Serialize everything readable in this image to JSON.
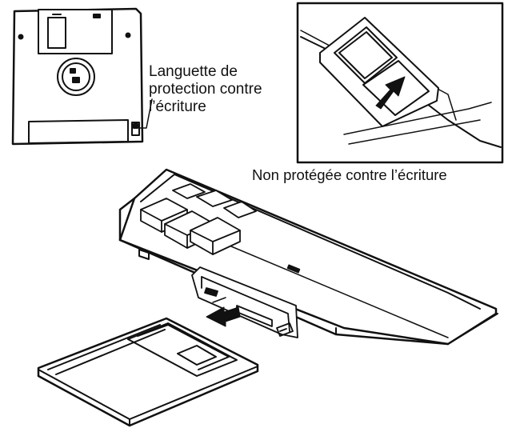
{
  "labels": {
    "tab_line1": "Languette de",
    "tab_line2": "protection contre",
    "tab_line3": "l’écriture",
    "inset_caption": "Non protégée contre l’écriture"
  },
  "icons": {
    "inset_arrow": "arrow-up-right-icon",
    "insert_arrow": "arrow-left-icon"
  },
  "colors": {
    "ink": "#111111",
    "paper": "#ffffff"
  }
}
